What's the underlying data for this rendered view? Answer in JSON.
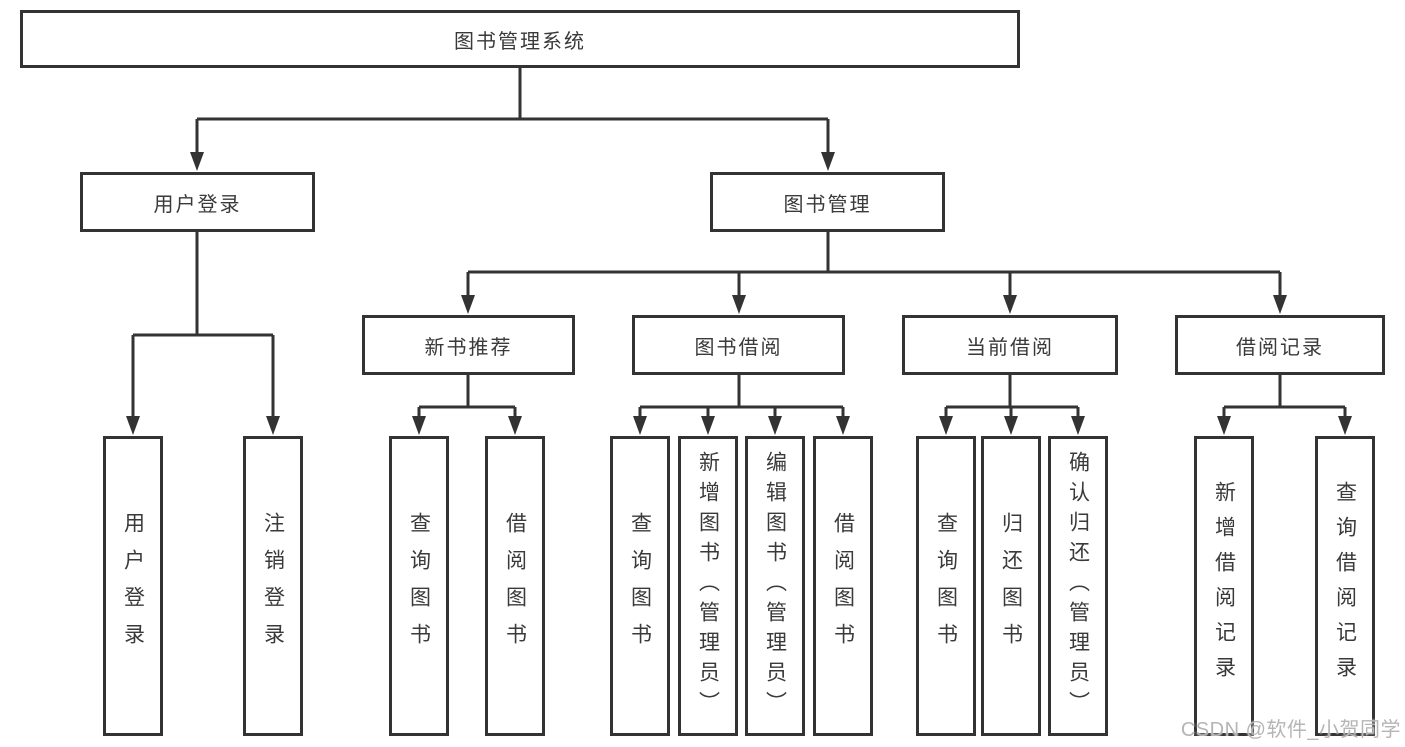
{
  "diagram": {
    "title": "图书管理系统",
    "level2": [
      {
        "id": "user-login",
        "label": "用户登录",
        "parent": "图书管理系统"
      },
      {
        "id": "book-management",
        "label": "图书管理",
        "parent": "图书管理系统"
      }
    ],
    "level3": [
      {
        "id": "new-book-recommend",
        "label": "新书推荐",
        "parent": "图书管理"
      },
      {
        "id": "book-borrowing",
        "label": "图书借阅",
        "parent": "图书管理"
      },
      {
        "id": "current-borrowing",
        "label": "当前借阅",
        "parent": "图书管理"
      },
      {
        "id": "borrowing-records",
        "label": "借阅记录",
        "parent": "图书管理"
      }
    ],
    "leaves": [
      {
        "id": "user-login-action",
        "label": "用户登录",
        "parent": "用户登录"
      },
      {
        "id": "logout",
        "label": "注销登录",
        "parent": "用户登录"
      },
      {
        "id": "query-books-recommend",
        "label": "查询图书",
        "parent": "新书推荐"
      },
      {
        "id": "borrow-books-recommend",
        "label": "借阅图书",
        "parent": "新书推荐"
      },
      {
        "id": "query-books-borrow",
        "label": "查询图书",
        "parent": "图书借阅"
      },
      {
        "id": "add-books-admin",
        "label": "新增图书（管理员）",
        "parent": "图书借阅"
      },
      {
        "id": "edit-books-admin",
        "label": "编辑图书（管理员）",
        "parent": "图书借阅"
      },
      {
        "id": "borrow-books",
        "label": "借阅图书",
        "parent": "图书借阅"
      },
      {
        "id": "query-books-current",
        "label": "查询图书",
        "parent": "当前借阅"
      },
      {
        "id": "return-books",
        "label": "归还图书",
        "parent": "当前借阅"
      },
      {
        "id": "confirm-return-admin",
        "label": "确认归还（管理员）",
        "parent": "当前借阅"
      },
      {
        "id": "add-borrow-record",
        "label": "新增借阅记录",
        "parent": "借阅记录"
      },
      {
        "id": "query-borrow-record",
        "label": "查询借阅记录",
        "parent": "借阅记录"
      }
    ]
  },
  "watermark": {
    "text": "CSDN @软件_小贺同学"
  },
  "colors": {
    "line": "#333333",
    "border": "#333333",
    "text": "#3a3a3a",
    "watermark": "#b5b5b5",
    "background": "#ffffff"
  }
}
